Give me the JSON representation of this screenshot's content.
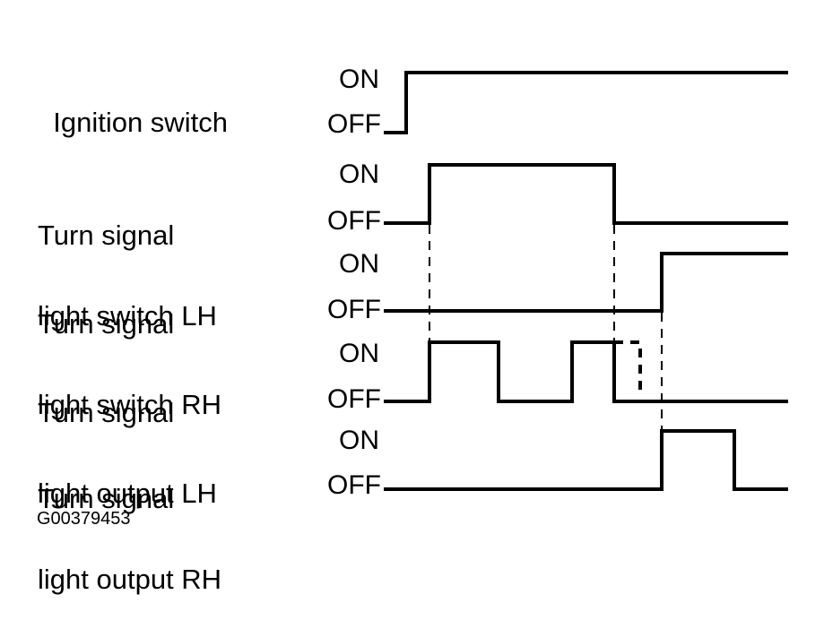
{
  "diagram": {
    "type": "timing",
    "on_label": "ON",
    "off_label": "OFF",
    "figure_code": "G00379453",
    "time_axis": {
      "events": [
        {
          "name": "ignition_on",
          "t": 1.0
        },
        {
          "name": "lh_switch_on",
          "t": 2.0
        },
        {
          "name": "lh_blink_off_1",
          "t": 3.0
        },
        {
          "name": "lh_blink_on_2",
          "t": 4.0
        },
        {
          "name": "lh_switch_off",
          "t": 4.6
        },
        {
          "name": "lh_dashed_off",
          "t": 5.0
        },
        {
          "name": "rh_switch_on",
          "t": 5.3
        },
        {
          "name": "rh_blink_off_1",
          "t": 6.3
        }
      ],
      "end": 7.0
    },
    "signals": [
      {
        "id": "ignition",
        "label_line1": "Ignition switch",
        "label_line2": "",
        "initial": "OFF",
        "transitions": [
          {
            "t": 1.0,
            "to": "ON"
          }
        ],
        "start": 0.0
      },
      {
        "id": "lh-switch",
        "label_line1": "Turn signal",
        "label_line2": "light switch LH",
        "initial": "OFF",
        "transitions": [
          {
            "t": 2.0,
            "to": "ON"
          },
          {
            "t": 4.6,
            "to": "OFF"
          }
        ],
        "start": 0.0
      },
      {
        "id": "rh-switch",
        "label_line1": "Turn signal",
        "label_line2": "light switch RH",
        "initial": "OFF",
        "transitions": [
          {
            "t": 5.3,
            "to": "ON"
          }
        ],
        "start": 0.0
      },
      {
        "id": "lh-output",
        "label_line1": "Turn signal",
        "label_line2": "light output LH",
        "initial": "OFF",
        "transitions": [
          {
            "t": 2.0,
            "to": "ON"
          },
          {
            "t": 3.0,
            "to": "OFF"
          },
          {
            "t": 4.0,
            "to": "ON"
          },
          {
            "t": 4.6,
            "to": "OFF"
          }
        ],
        "dashed_continuation": {
          "on_until": 5.0
        },
        "start": 0.0
      },
      {
        "id": "rh-output",
        "label_line1": "Turn signal",
        "label_line2": "light output RH",
        "initial": "OFF",
        "transitions": [
          {
            "t": 5.3,
            "to": "ON"
          },
          {
            "t": 6.3,
            "to": "OFF"
          }
        ],
        "start": 0.0
      }
    ],
    "guides": [
      {
        "t": 2.0,
        "from": "lh-switch",
        "to": "lh-output"
      },
      {
        "t": 4.6,
        "from": "lh-switch",
        "to": "lh-output"
      },
      {
        "t": 5.3,
        "from": "rh-switch",
        "to": "rh-output"
      }
    ]
  }
}
